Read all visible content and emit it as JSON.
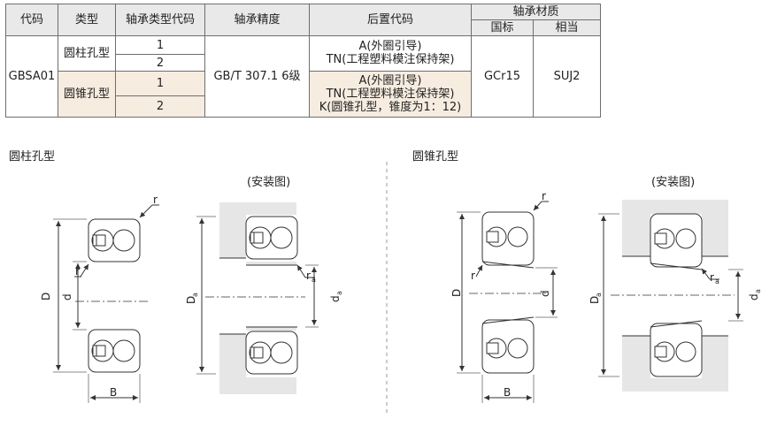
{
  "table": {
    "headers": {
      "code": "代码",
      "type": "类型",
      "bearing_type_code": "轴承类型代码",
      "precision": "轴承精度",
      "suffix": "后置代码",
      "material": "轴承材质",
      "national": "国标",
      "equivalent": "相当"
    },
    "code": "GBSA01",
    "type_cylindrical": "圆柱孔型",
    "type_tapered": "圆锥孔型",
    "codes": [
      "1",
      "2",
      "1",
      "2"
    ],
    "precision": "GB/T 307.1  6级",
    "suffix_cyl": [
      "A(外圈引导)",
      "TN(工程塑料模注保持架)"
    ],
    "suffix_tap": [
      "A(外圈引导)",
      "TN(工程塑料模注保持架)",
      "K(圆锥孔型，锥度为1：12)"
    ],
    "material_national": "GCr15",
    "material_equivalent": "SUJ2"
  },
  "diagrams": {
    "left_title": "圆柱孔型",
    "right_title": "圆锥孔型",
    "install_label": "(安装图)",
    "labels": {
      "D": "D",
      "d": "d",
      "B": "B",
      "r": "r",
      "Da": "D",
      "da": "d",
      "ra": "r",
      "a_sub": "a"
    }
  },
  "colors": {
    "highlight": "#f7ece0",
    "header_bg": "#e9e9e9",
    "shading": "#e6e6e6",
    "line": "#333333"
  }
}
